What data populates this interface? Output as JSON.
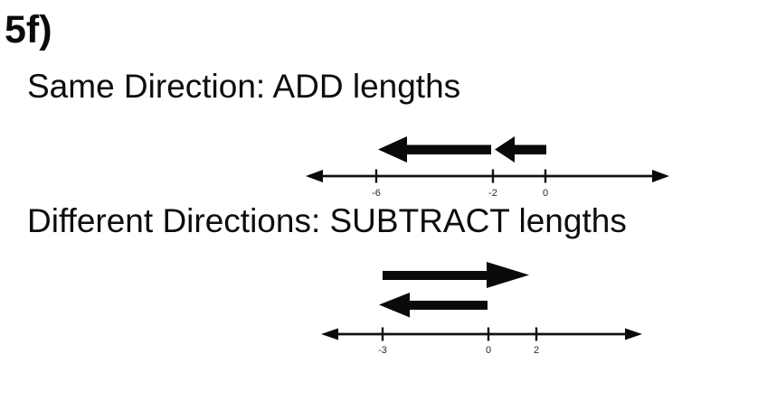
{
  "title": "5f)",
  "colors": {
    "ink": "#0d0d0d",
    "background": "#ffffff"
  },
  "sections": [
    {
      "heading": "Same Direction: ADD lengths",
      "number_line": {
        "tick_labels": [
          "-6",
          "-2",
          "0"
        ],
        "arrows": [
          {
            "direction": "left",
            "from": -2,
            "to": -6
          },
          {
            "direction": "left",
            "from": 0,
            "to": -2
          }
        ]
      }
    },
    {
      "heading": "Different Directions: SUBTRACT lengths",
      "number_line": {
        "tick_labels": [
          "-3",
          "0",
          "2"
        ],
        "arrows": [
          {
            "direction": "right",
            "from": -3,
            "to": 2
          },
          {
            "direction": "left",
            "from": 0,
            "to": -3
          }
        ]
      }
    }
  ]
}
